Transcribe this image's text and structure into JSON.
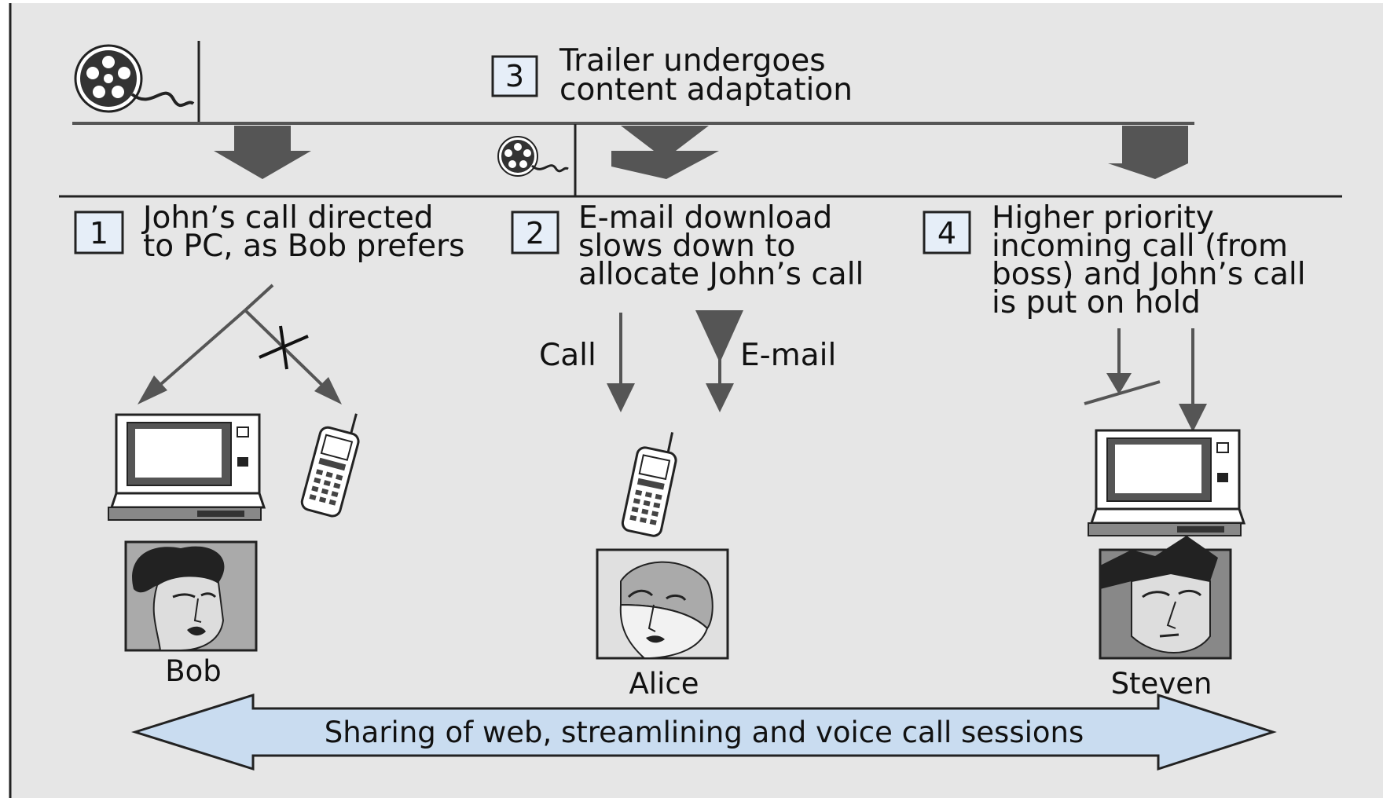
{
  "steps": {
    "s1": {
      "number": "1",
      "line1": "John’s call directed",
      "line2": "to PC, as Bob prefers"
    },
    "s2": {
      "number": "2",
      "line1": "E-mail download",
      "line2": "slows down to",
      "line3": "allocate John’s call"
    },
    "s3": {
      "number": "3",
      "line1": "Trailer undergoes",
      "line2": "content adaptation"
    },
    "s4": {
      "number": "4",
      "line1": "Higher priority",
      "line2": "incoming call (from",
      "line3": "boss) and John’s call",
      "line4": "is put on hold"
    }
  },
  "flows": {
    "call": "Call",
    "email": "E-mail"
  },
  "people": {
    "bob": "Bob",
    "alice": "Alice",
    "steven": "Steven"
  },
  "banner": {
    "text": "Sharing of web, streamlining and voice call sessions"
  },
  "colors": {
    "background": "#e6e6e6",
    "arrow_gray": "#555555",
    "banner_fill": "#c9dcf0",
    "step_box_fill": "#e6eef8"
  },
  "icons": [
    "film-reel-icon",
    "laptop-icon",
    "mobile-phone-icon",
    "person-portrait-icon",
    "cross-icon",
    "double-arrow-icon"
  ]
}
